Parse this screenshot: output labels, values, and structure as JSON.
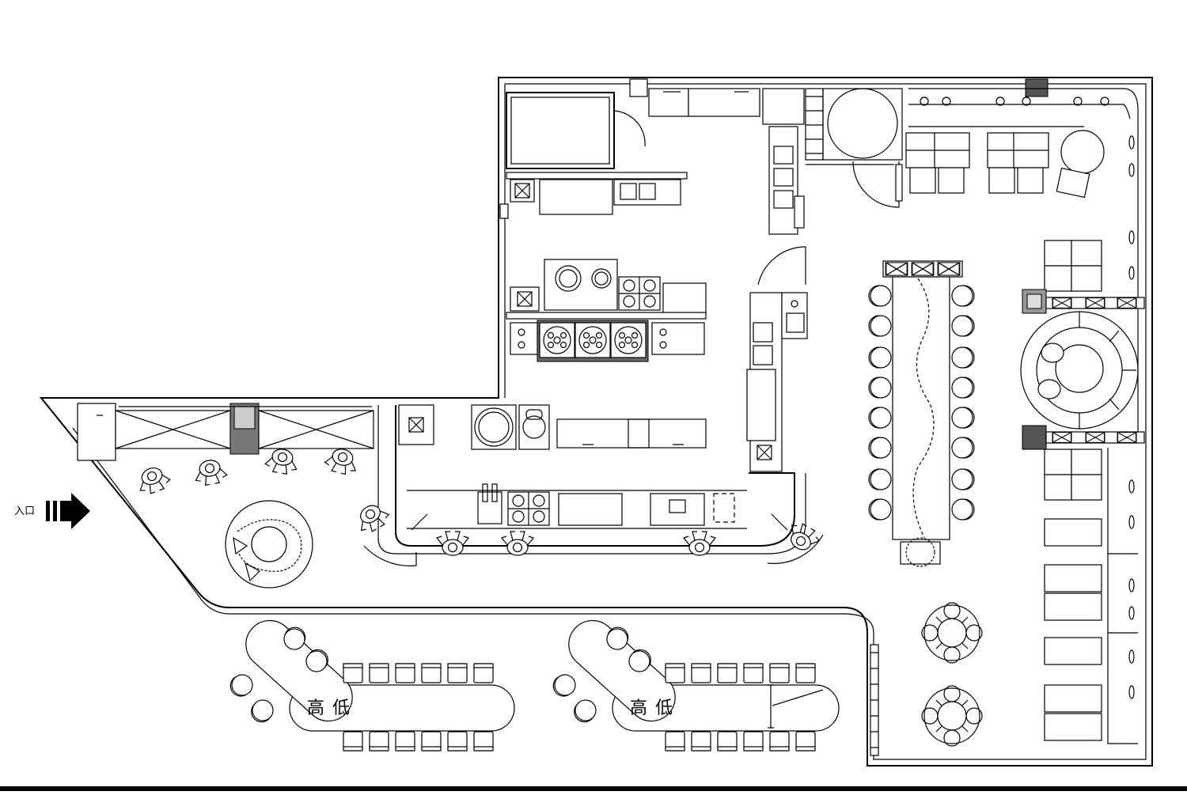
{
  "labels": {
    "entrance": "入口",
    "high": "高",
    "low": "低"
  },
  "colors": {
    "line": "#000000",
    "background": "#ffffff",
    "dark_fill": "#555555"
  }
}
